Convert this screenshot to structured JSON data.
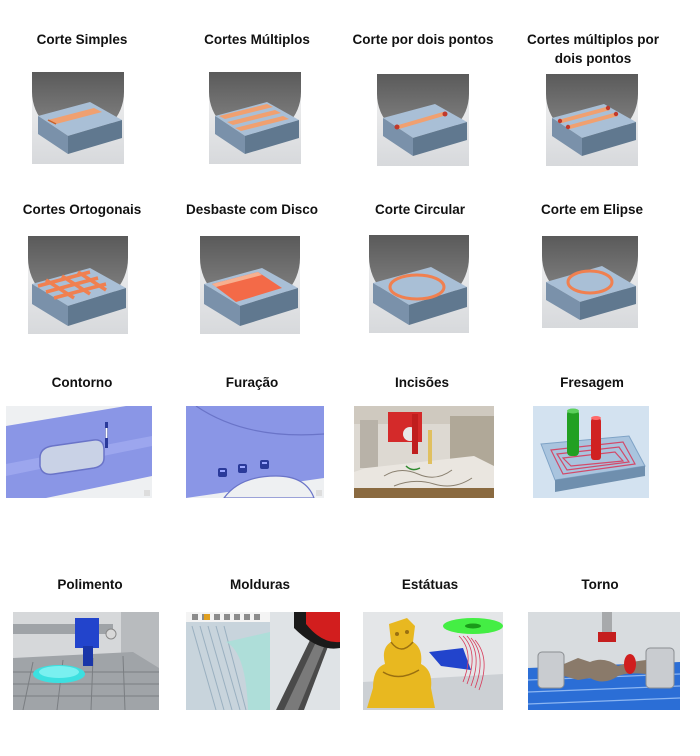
{
  "items": [
    {
      "label": "Corte Simples",
      "icon": "straight-single-cut"
    },
    {
      "label": "Cortes Múltiplos",
      "icon": "multiple-straight-cuts"
    },
    {
      "label": "Corte por dois pontos",
      "icon": "two-point-cut"
    },
    {
      "label": "Cortes múltiplos por dois pontos",
      "icon": "multiple-two-point-cuts"
    },
    {
      "label": "Cortes Ortogonais",
      "icon": "orthogonal-cuts"
    },
    {
      "label": "Desbaste com Disco",
      "icon": "disc-roughing"
    },
    {
      "label": "Corte Circular",
      "icon": "circular-cut"
    },
    {
      "label": "Corte em Elipse",
      "icon": "ellipse-cut"
    },
    {
      "label": "Contorno",
      "icon": "contour-toolpath"
    },
    {
      "label": "Furação",
      "icon": "drilling"
    },
    {
      "label": "Incisões",
      "icon": "engraving"
    },
    {
      "label": "Fresagem",
      "icon": "milling"
    },
    {
      "label": "Polimento",
      "icon": "polishing"
    },
    {
      "label": "Molduras",
      "icon": "moldings"
    },
    {
      "label": "Estátuas",
      "icon": "statues"
    },
    {
      "label": "Torno",
      "icon": "lathe"
    }
  ]
}
